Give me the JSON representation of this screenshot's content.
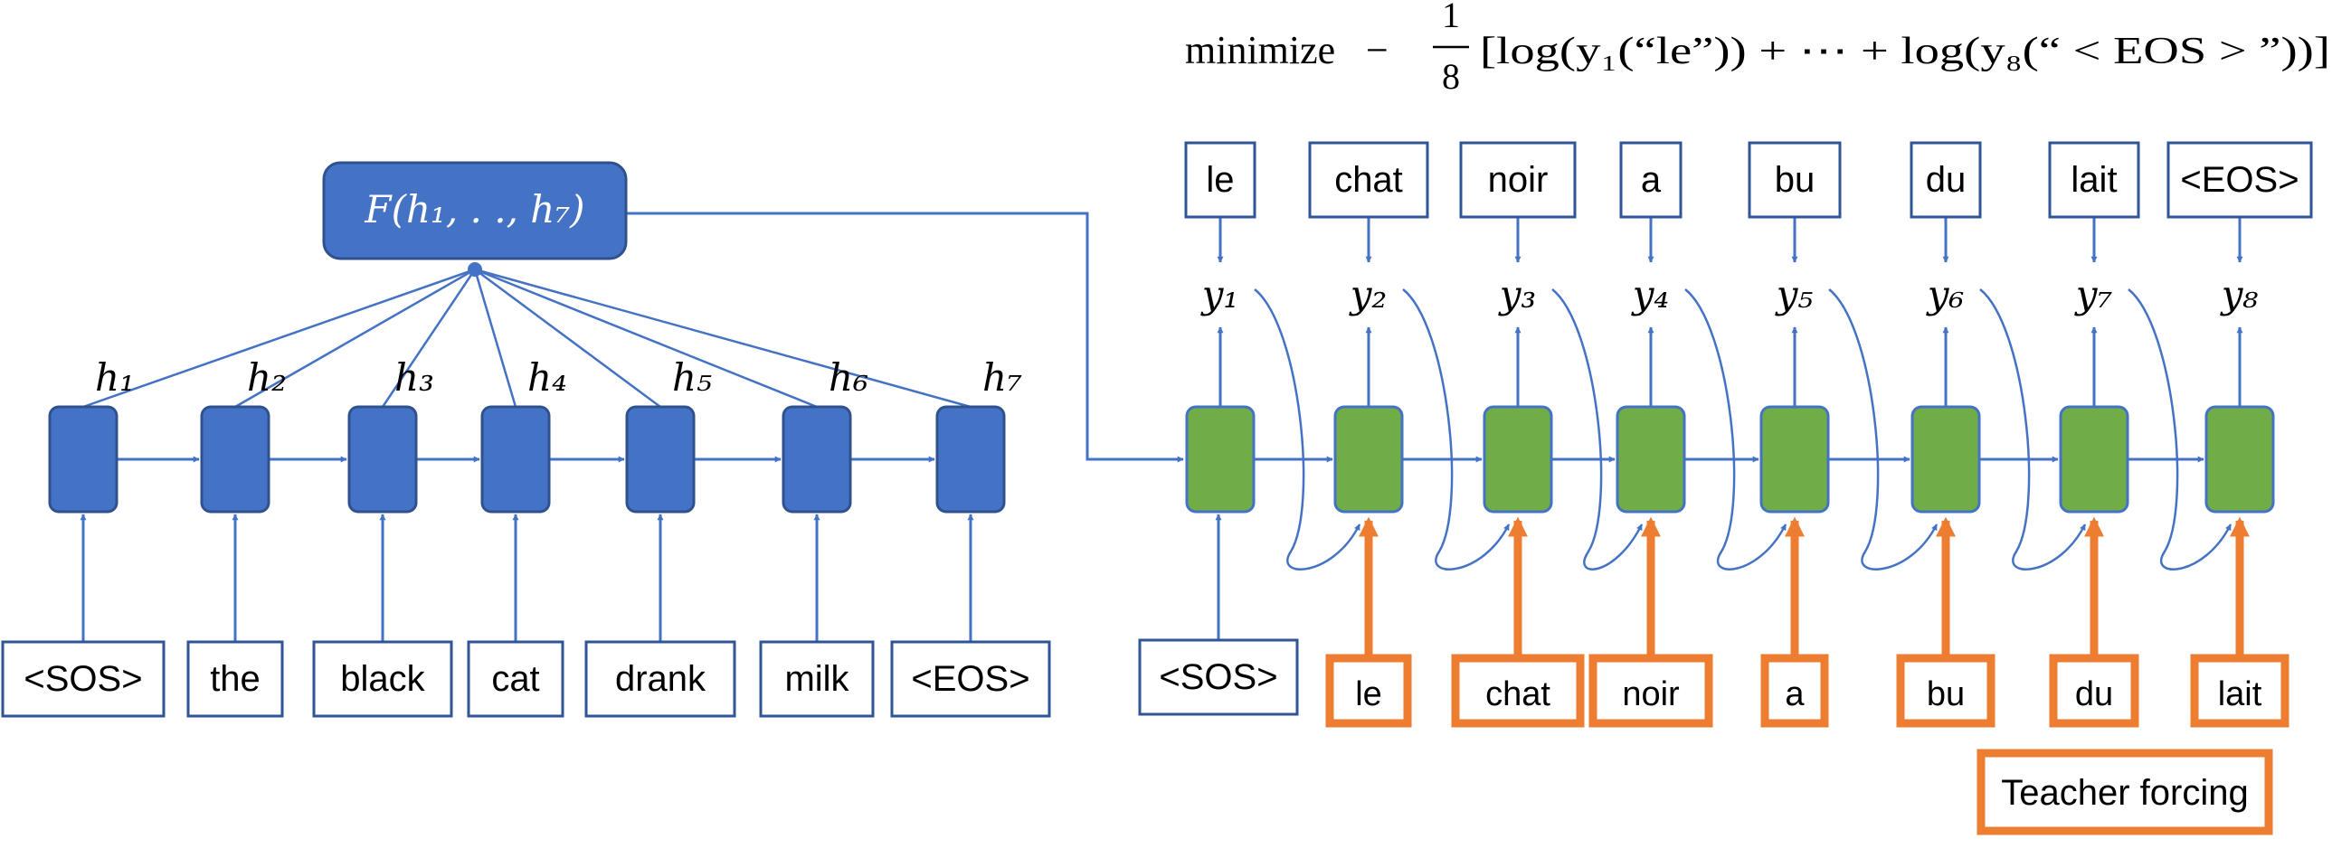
{
  "formula": {
    "word": "minimize",
    "minus": "−",
    "numerator": "1",
    "denominator": "8",
    "body": "[log(y₁(“le”)) + ⋯ + log(y₈(“ < EOS > ”))]"
  },
  "encoder": {
    "function_label": "F(h₁, . ., h₇)",
    "hidden_labels": [
      "h₁",
      "h₂",
      "h₃",
      "h₄",
      "h₅",
      "h₆",
      "h₇"
    ],
    "inputs": [
      "<SOS>",
      "the",
      "black",
      "cat",
      "drank",
      "milk",
      "<EOS>"
    ]
  },
  "decoder": {
    "output_labels": [
      "y₁",
      "y₂",
      "y₃",
      "y₄",
      "y₅",
      "y₆",
      "y₇",
      "y₈"
    ],
    "targets": [
      "le",
      "chat",
      "noir",
      "a",
      "bu",
      "du",
      "lait",
      "<EOS>"
    ],
    "first_input": "<SOS>",
    "forced_inputs": [
      "le",
      "chat",
      "noir",
      "a",
      "bu",
      "du",
      "lait"
    ],
    "teacher_forcing_label": "Teacher forcing"
  },
  "colors": {
    "encoder_fill": "#4472C4",
    "encoder_stroke": "#2F528F",
    "decoder_fill": "#70AD47",
    "decoder_stroke": "#4472C4",
    "arrow": "#4472C4",
    "teacher_forcing": "#ED7D31",
    "text": "#000000",
    "box_border": "#2F5597"
  }
}
